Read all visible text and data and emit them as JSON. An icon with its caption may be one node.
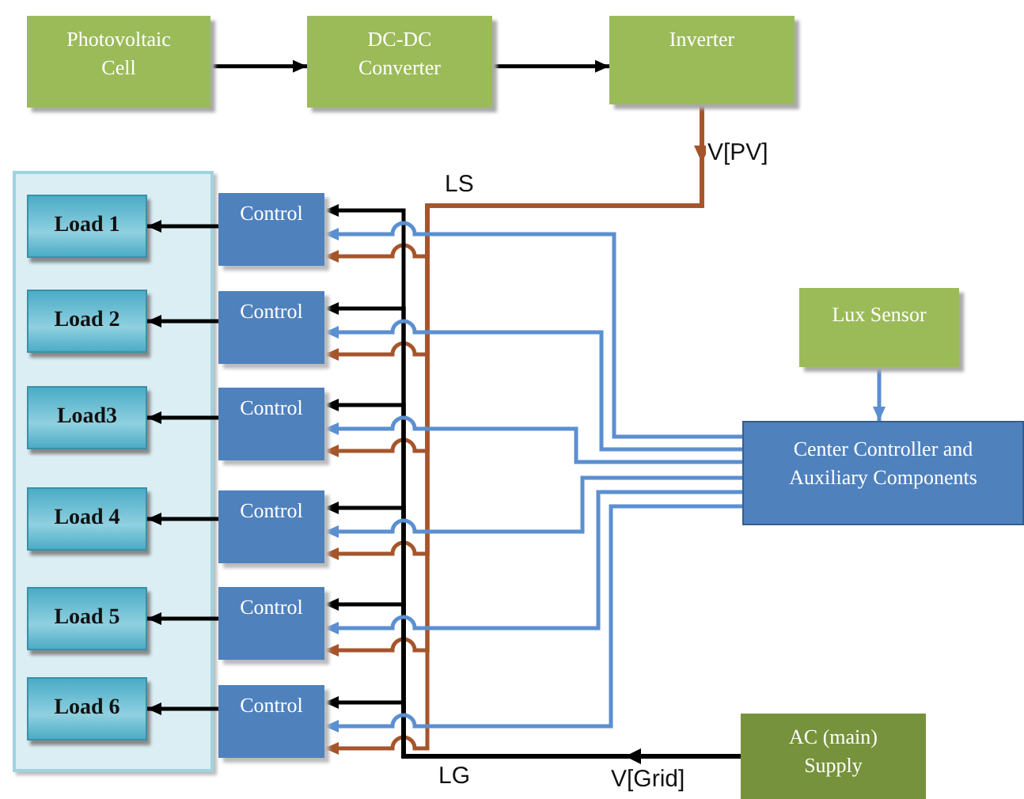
{
  "diagram": {
    "nodes": [
      {
        "text": [
          "Photovoltaic Cell"
        ]
      },
      {
        "text": [
          "DC-DC Converter"
        ]
      },
      {
        "text": [
          "Inverter"
        ]
      },
      {
        "text": [],
        "shape": "box"
      },
      {
        "text": [
          "Load 1"
        ],
        "in": 3
      },
      {
        "text": [
          "Load 2"
        ],
        "in": 3
      },
      {
        "text": [
          "Load3"
        ],
        "in": 3
      },
      {
        "text": [
          "Load 4"
        ],
        "in": 3
      },
      {
        "text": [
          "Load 5"
        ],
        "in": 3
      },
      {
        "text": [
          "Load 6"
        ],
        "in": 3
      },
      {
        "text": [
          "Control"
        ]
      },
      {
        "text": [
          "Control"
        ]
      },
      {
        "text": [
          "Control"
        ]
      },
      {
        "text": [
          "Control"
        ]
      },
      {
        "text": [
          "Control"
        ]
      },
      {
        "text": [
          "Control"
        ]
      },
      {
        "text": [
          "Lux Sensor"
        ]
      },
      {
        "text": [
          "Center Controller and Auxiliary Components"
        ]
      },
      {
        "text": [
          "AC (main) Supply"
        ]
      }
    ],
    "edges": [
      {
        "from": 0,
        "to": 1,
        "arrow": "to"
      },
      {
        "from": 1,
        "to": 2,
        "arrow": "to"
      },
      {
        "from": 10,
        "to": 4,
        "arrow": "to"
      },
      {
        "from": 11,
        "to": 5,
        "arrow": "to"
      },
      {
        "from": 12,
        "to": 6,
        "arrow": "to"
      },
      {
        "from": 13,
        "to": 7,
        "arrow": "to"
      },
      {
        "from": 14,
        "to": 8,
        "arrow": "to"
      },
      {
        "from": 15,
        "to": 9,
        "arrow": "to"
      },
      {
        "from": 2,
        "to": 10,
        "arrow": "to",
        "color": "#a5552b"
      },
      {
        "from": 2,
        "to": 11,
        "arrow": "to",
        "color": "#a5552b"
      },
      {
        "from": 2,
        "to": 12,
        "arrow": "to",
        "color": "#a5552b"
      },
      {
        "from": 2,
        "to": 13,
        "arrow": "to",
        "color": "#a5552b"
      },
      {
        "from": 2,
        "to": 14,
        "arrow": "to",
        "color": "#a5552b"
      },
      {
        "from": 2,
        "to": 15,
        "arrow": "to",
        "color": "#a5552b"
      },
      {
        "from": 18,
        "to": 10,
        "arrow": "to"
      },
      {
        "from": 18,
        "to": 11,
        "arrow": "to"
      },
      {
        "from": 18,
        "to": 12,
        "arrow": "to"
      },
      {
        "from": 18,
        "to": 13,
        "arrow": "to"
      },
      {
        "from": 18,
        "to": 14,
        "arrow": "to"
      },
      {
        "from": 18,
        "to": 15,
        "arrow": "to"
      },
      {
        "from": 17,
        "to": 10,
        "arrow": "to",
        "color": "#5b8fd0"
      },
      {
        "from": 17,
        "to": 11,
        "arrow": "to",
        "color": "#5b8fd0"
      },
      {
        "from": 17,
        "to": 12,
        "arrow": "to",
        "color": "#5b8fd0"
      },
      {
        "from": 17,
        "to": 13,
        "arrow": "to",
        "color": "#5b8fd0"
      },
      {
        "from": 17,
        "to": 14,
        "arrow": "to",
        "color": "#5b8fd0"
      },
      {
        "from": 17,
        "to": 15,
        "arrow": "to",
        "color": "#5b8fd0"
      },
      {
        "from": 16,
        "to": 17,
        "arrow": "to",
        "color": "#5b8fd0"
      }
    ],
    "labels": [
      "V[PV]",
      "LS",
      "LG",
      "V[Grid]"
    ]
  }
}
